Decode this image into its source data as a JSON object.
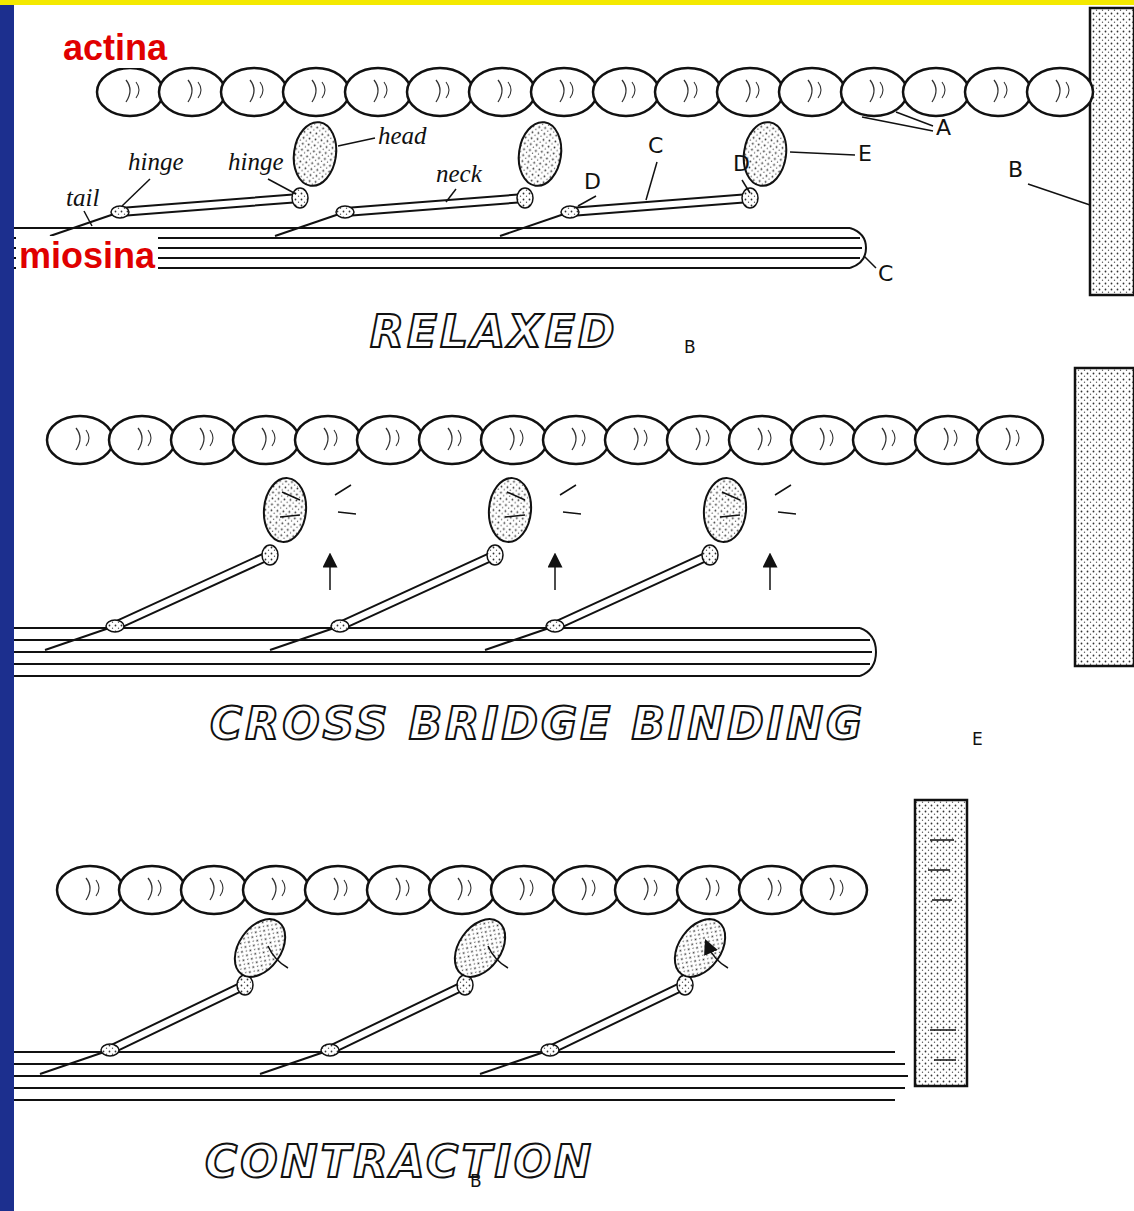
{
  "diagram": {
    "labels": [
      "actina",
      "hinge",
      "hinge",
      "head",
      "tail",
      "neck",
      "C",
      "D",
      "D",
      "E",
      "A",
      "B",
      "miosina",
      "C",
      "RELAXED",
      "B",
      "CROSS BRIDGE BINDING",
      "E",
      "CONTRACTION",
      "B"
    ]
  }
}
